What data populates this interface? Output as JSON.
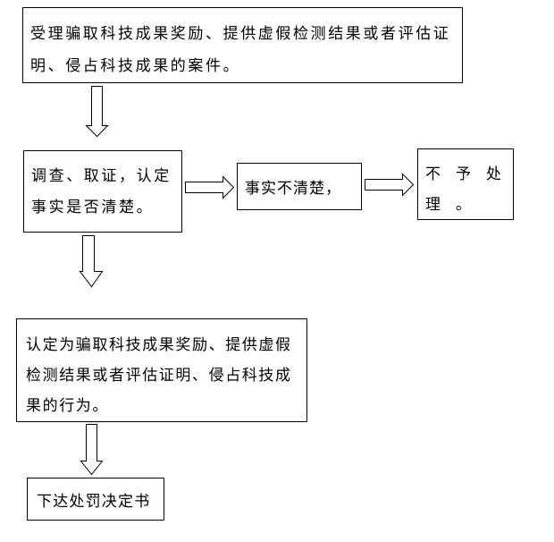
{
  "diagram": {
    "type": "flowchart",
    "nodes": {
      "accept_case": {
        "lines": [
          "受理骗取科技成果奖励、提供虚假检测结果或者评估证",
          "明、侵占科技成果的案件。"
        ]
      },
      "investigate": {
        "lines": [
          "调查、取证，认定",
          "事实是否清楚。"
        ]
      },
      "facts_unclear": {
        "lines": [
          "事实不清楚，"
        ]
      },
      "no_action": {
        "lines": [
          "不　予　处",
          "理　。"
        ]
      },
      "determined_violation": {
        "lines": [
          "认定为骗取科技成果奖励、提供虚假",
          "检测结果或者评估证明、侵占科技成",
          "果的行为。"
        ]
      },
      "issue_penalty": {
        "lines": [
          "下达处罚决定书"
        ]
      }
    },
    "edges": [
      {
        "from": "accept_case",
        "to": "investigate",
        "icon": "hollow-arrow-down"
      },
      {
        "from": "investigate",
        "to": "facts_unclear",
        "icon": "hollow-arrow-right"
      },
      {
        "from": "facts_unclear",
        "to": "no_action",
        "icon": "hollow-arrow-right"
      },
      {
        "from": "investigate",
        "to": "determined_violation",
        "icon": "hollow-arrow-down"
      },
      {
        "from": "determined_violation",
        "to": "issue_penalty",
        "icon": "hollow-arrow-down"
      }
    ]
  }
}
